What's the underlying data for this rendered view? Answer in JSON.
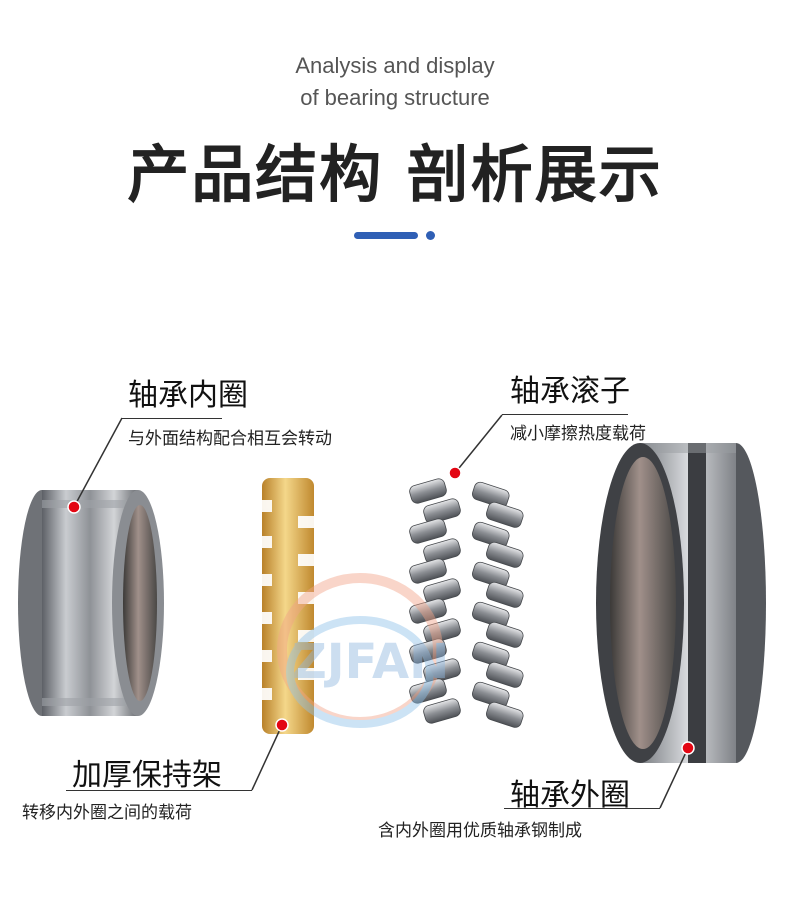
{
  "header": {
    "subtitle_line1": "Analysis and display",
    "subtitle_line2": "of bearing structure",
    "title": "产品结构 剖析展示"
  },
  "labels": {
    "inner_ring": {
      "title": "轴承内圈",
      "desc": "与外面结构配合相互会转动"
    },
    "rollers": {
      "title": "轴承滚子",
      "desc": "减小摩擦热度载荷"
    },
    "cage": {
      "title": "加厚保持架",
      "desc": "转移内外圈之间的载荷"
    },
    "outer_ring": {
      "title": "轴承外圈",
      "desc": "含内外圈用优质轴承钢制成"
    }
  },
  "colors": {
    "accent_blue": "#2f5fb5",
    "marker_red": "#e30613",
    "brass": "#d9a94a"
  }
}
